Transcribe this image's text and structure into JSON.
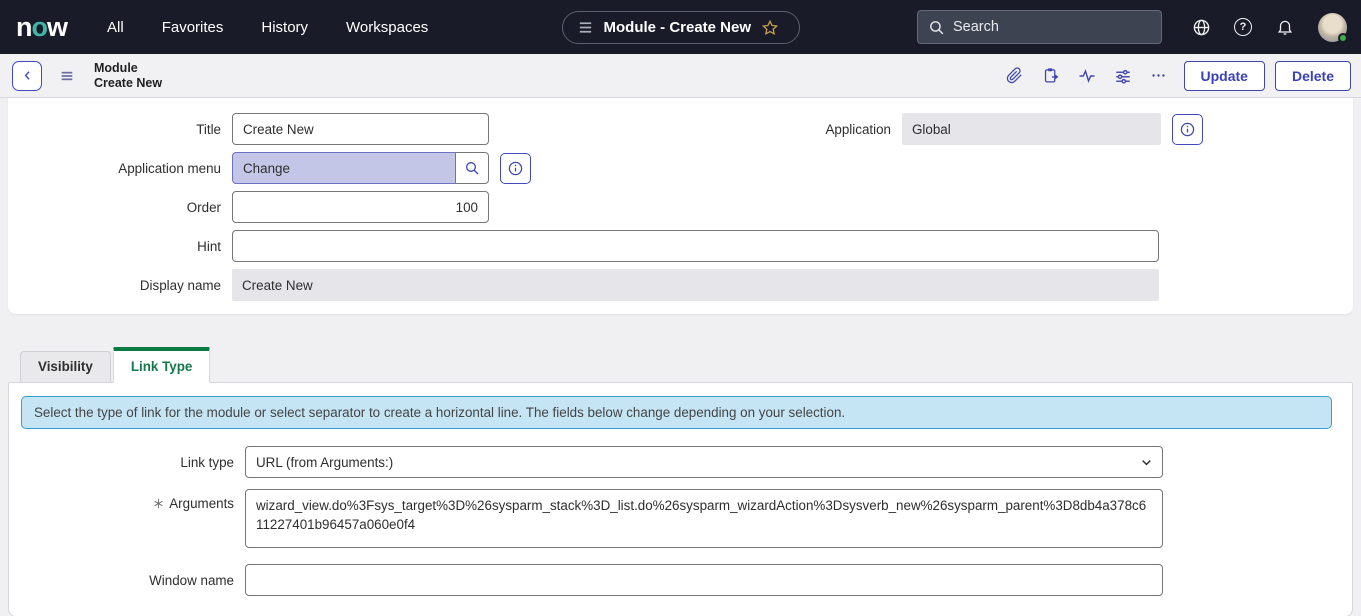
{
  "nav": {
    "logo_letters": [
      "n",
      "o",
      "w"
    ],
    "items": [
      "All",
      "Favorites",
      "History",
      "Workspaces"
    ],
    "context_pill": "Module - Create New",
    "search_placeholder": "Search"
  },
  "toolbar": {
    "title_line1": "Module",
    "title_line2": "Create New",
    "update_label": "Update",
    "delete_label": "Delete"
  },
  "form": {
    "title": {
      "label": "Title",
      "value": "Create New"
    },
    "application_menu": {
      "label": "Application menu",
      "value": "Change"
    },
    "order": {
      "label": "Order",
      "value": "100"
    },
    "hint": {
      "label": "Hint",
      "value": ""
    },
    "display_name": {
      "label": "Display name",
      "value": "Create New"
    },
    "application": {
      "label": "Application",
      "value": "Global"
    }
  },
  "tabs": [
    {
      "label": "Visibility",
      "active": false
    },
    {
      "label": "Link Type",
      "active": true
    }
  ],
  "link_section": {
    "banner": "Select the type of link for the module or select separator to create a horizontal line. The fields below change depending on your selection.",
    "link_type": {
      "label": "Link type",
      "value": "URL (from Arguments:)"
    },
    "arguments": {
      "label": "Arguments",
      "required": true,
      "value": "wizard_view.do%3Fsys_target%3D%26sysparm_stack%3D_list.do%26sysparm_wizardAction%3Dsysverb_new%26sysparm_parent%3D8db4a378c611227401b96457a060e0f4"
    },
    "window_name": {
      "label": "Window name",
      "value": ""
    }
  },
  "icons": {
    "pill_icon": "form-list-icon",
    "pill_star": "favorite-star-icon",
    "nav_right": [
      "globe-icon",
      "help-icon",
      "notification-bell-icon",
      "avatar"
    ],
    "toolbar_icons": [
      "paperclip-icon",
      "clipboard-arrow-icon",
      "activity-icon",
      "sliders-icon",
      "more-ellipsis-icon"
    ]
  },
  "colors": {
    "topnav_bg": "#191c28",
    "accent_indigo": "#3f46ae",
    "active_tab_green": "#0a7a45",
    "reference_field_bg": "#c4c6e7",
    "readonly_bg": "#e5e5ea",
    "banner_bg": "#c5e4f4",
    "banner_border": "#3a9ed2",
    "star_gold": "#c9a24d",
    "presence_green": "#3fae49"
  }
}
